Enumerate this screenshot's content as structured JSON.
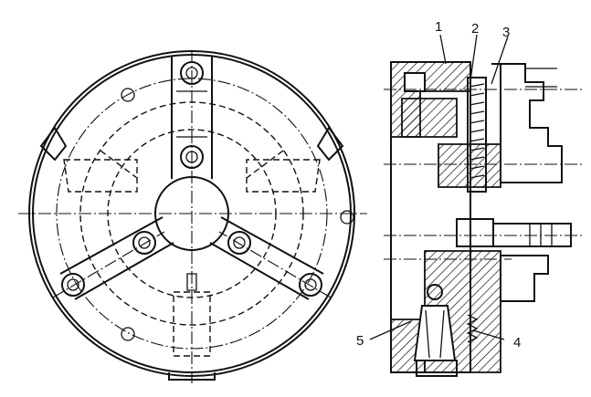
{
  "callouts": [
    "1",
    "2",
    "3",
    "4",
    "5"
  ]
}
